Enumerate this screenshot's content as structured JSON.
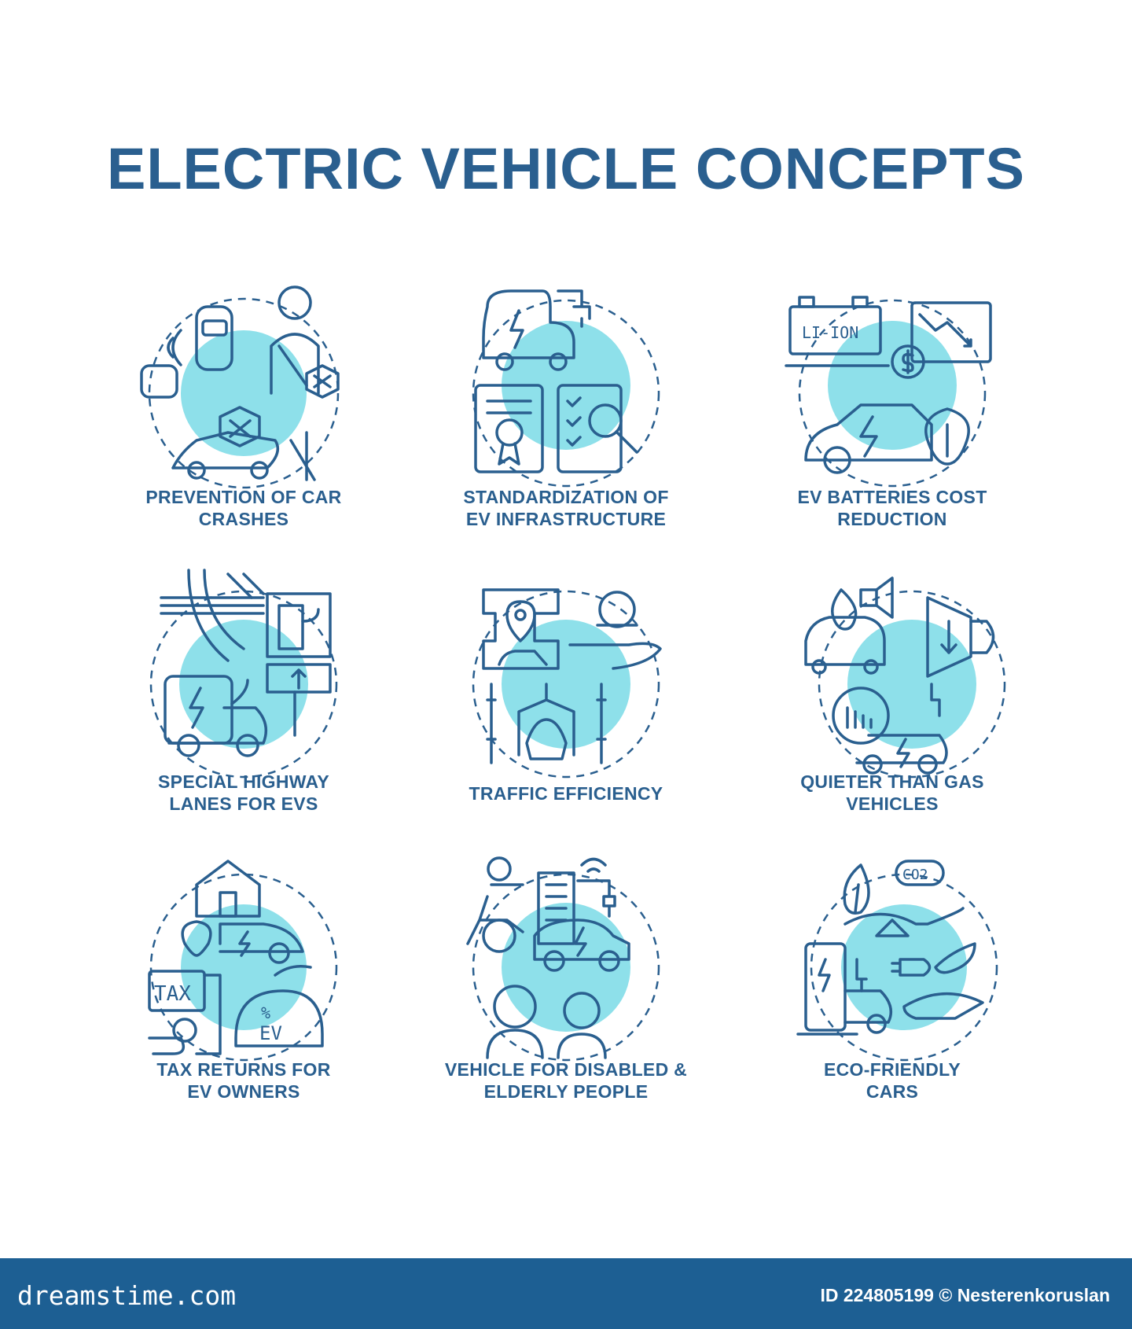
{
  "title": "ELECTRIC VEHICLE CONCEPTS",
  "colors": {
    "text": "#2a5f8f",
    "accent": "#8ee0ea",
    "footer": "#1d5f93",
    "background": "#ffffff"
  },
  "concepts": [
    {
      "label_line1": "PREVENTION OF CAR",
      "label_line2": "CRASHES",
      "icon": "car-crash-icon"
    },
    {
      "label_line1": "STANDARDIZATION OF",
      "label_line2": "EV INFRASTRUCTURE",
      "icon": "ev-certificate-icon"
    },
    {
      "label_line1": "EV BATTERIES COST",
      "label_line2": "REDUCTION",
      "icon": "battery-cost-icon"
    },
    {
      "label_line1": "SPECIAL HIGHWAY",
      "label_line2": "LANES FOR EVS",
      "icon": "highway-lane-icon"
    },
    {
      "label_line1": "TRAFFIC EFFICIENCY",
      "label_line2": "",
      "icon": "traffic-efficiency-icon"
    },
    {
      "label_line1": "QUIETER THAN GAS",
      "label_line2": "VEHICLES",
      "icon": "quiet-vehicle-icon"
    },
    {
      "label_line1": "TAX RETURNS FOR",
      "label_line2": "EV OWNERS",
      "icon": "tax-return-icon"
    },
    {
      "label_line1": "VEHICLE FOR DISABLED &",
      "label_line2": "ELDERLY PEOPLE",
      "icon": "accessible-vehicle-icon"
    },
    {
      "label_line1": "ECO-FRIENDLY",
      "label_line2": "CARS",
      "icon": "eco-car-icon"
    }
  ],
  "footer": {
    "brand": "dreamstime.com",
    "credit": "ID 224805199 © Nesterenkoruslan"
  }
}
